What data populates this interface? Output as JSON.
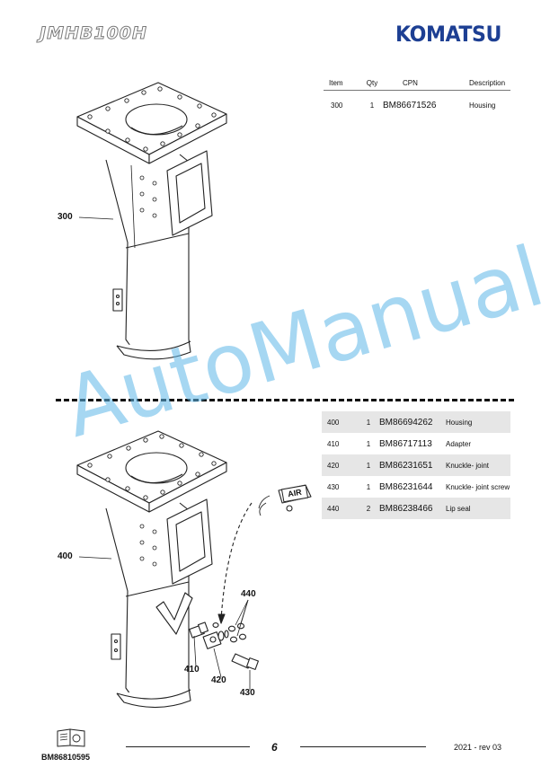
{
  "header": {
    "model": "JMHB100H",
    "brand": "KOMATSU"
  },
  "table_upper": {
    "columns": [
      "Item",
      "Qty",
      "CPN",
      "Description"
    ],
    "rows": [
      {
        "item": "300",
        "qty": "1",
        "cpn": "BM86671526",
        "description": "Housing"
      }
    ]
  },
  "table_lower": {
    "rows": [
      {
        "item": "400",
        "qty": "1",
        "cpn": "BM86694262",
        "description": "Housing"
      },
      {
        "item": "410",
        "qty": "1",
        "cpn": "BM86717113",
        "description": "Adapter"
      },
      {
        "item": "420",
        "qty": "1",
        "cpn": "BM86231651",
        "description": "Knuckle- joint"
      },
      {
        "item": "430",
        "qty": "1",
        "cpn": "BM86231644",
        "description": "Knuckle- joint screw"
      },
      {
        "item": "440",
        "qty": "2",
        "cpn": "BM86238466",
        "description": "Lip seal"
      }
    ]
  },
  "callouts": {
    "c300": "300",
    "c400": "400",
    "c410": "410",
    "c420": "420",
    "c430": "430",
    "c440": "440",
    "air": "AIR"
  },
  "watermark": "AutoManual",
  "footer": {
    "page_number": "6",
    "revision": "2021 -  rev 03",
    "doc_number": "BM86810595"
  }
}
